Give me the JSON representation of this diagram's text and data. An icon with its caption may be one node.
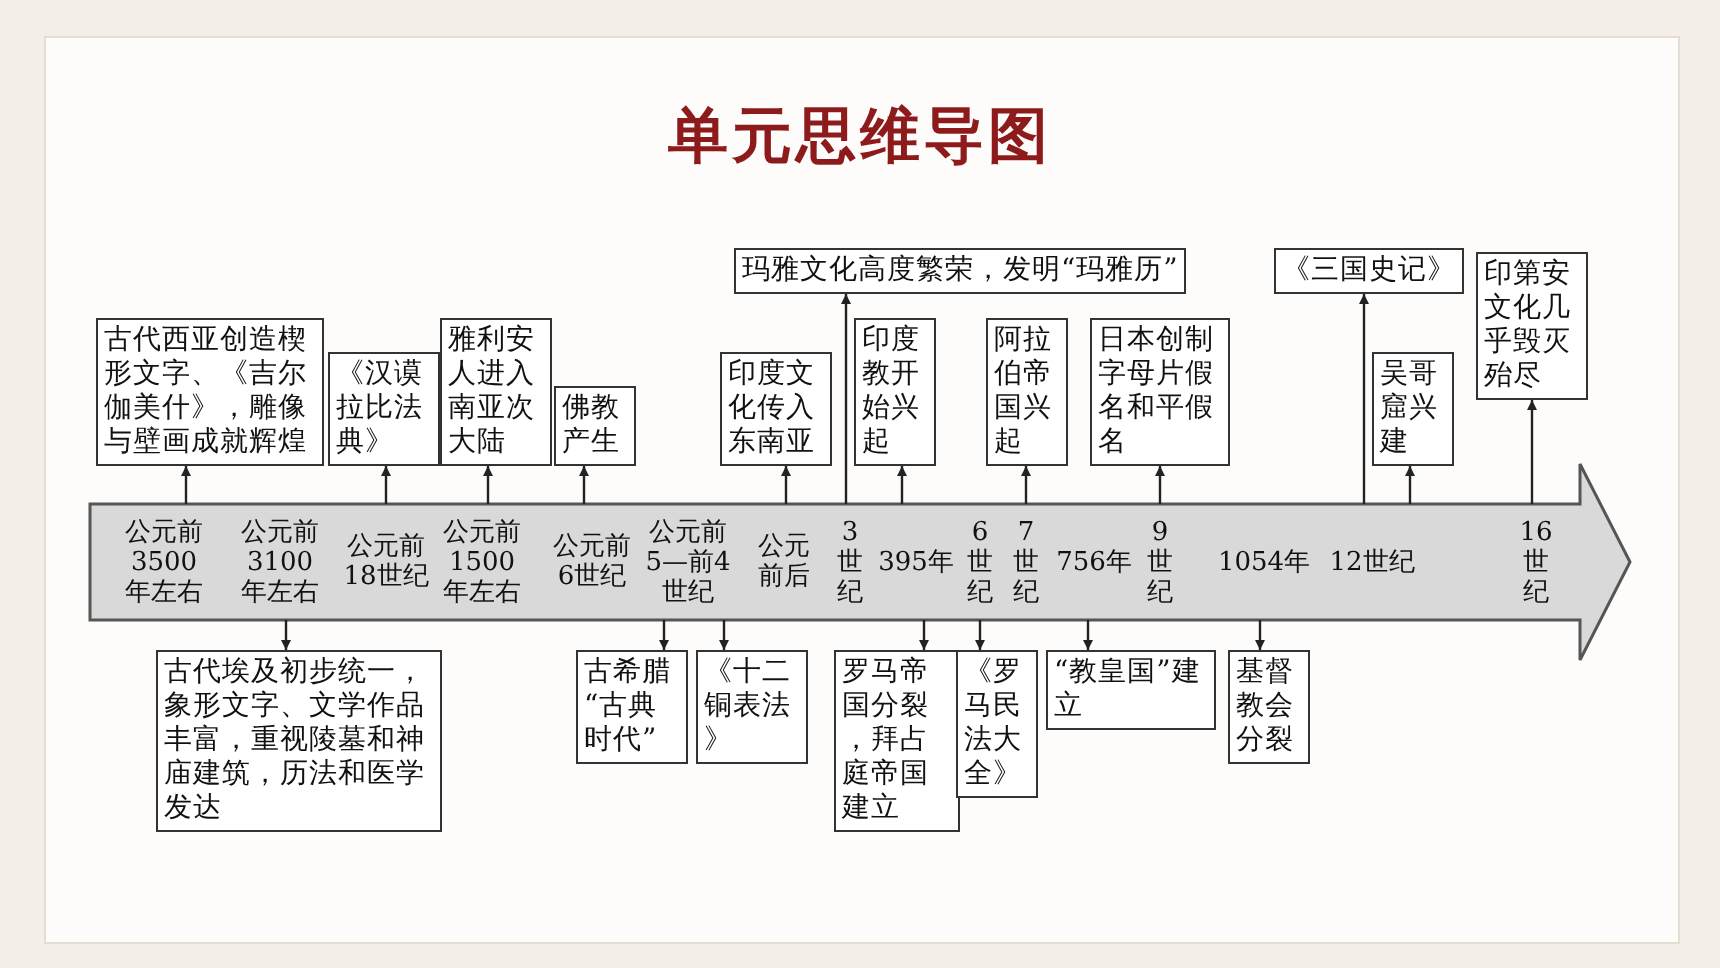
{
  "diagram": {
    "title": "单元思维导图",
    "nodes": [
      {
        "text": [],
        "shape": "arrow"
      },
      {
        "text": [
          "公元前3500年左右"
        ],
        "in": 0
      },
      {
        "text": [
          "公元前3100年左右"
        ],
        "in": 0
      },
      {
        "text": [
          "公元前18世纪"
        ],
        "in": 0
      },
      {
        "text": [
          "公元前1500年左右"
        ],
        "in": 0
      },
      {
        "text": [
          "公元前6世纪"
        ],
        "in": 0
      },
      {
        "text": [
          "公元前5—前4世纪"
        ],
        "in": 0
      },
      {
        "text": [
          "公元前后"
        ],
        "in": 0
      },
      {
        "text": [
          "3世纪"
        ],
        "in": 0
      },
      {
        "text": [
          "395年"
        ],
        "in": 0
      },
      {
        "text": [
          "6世纪"
        ],
        "in": 0
      },
      {
        "text": [
          "7世纪"
        ],
        "in": 0
      },
      {
        "text": [
          "756年"
        ],
        "in": 0
      },
      {
        "text": [
          "9世纪"
        ],
        "in": 0
      },
      {
        "text": [
          "1054年"
        ],
        "in": 0
      },
      {
        "text": [
          "12世纪"
        ],
        "in": 0
      },
      {
        "text": [
          "16世纪"
        ],
        "in": 0
      },
      {
        "text": [
          "古代西亚创造楔形文字、《吉尔伽美什》，雕像与壁画成就辉煌"
        ]
      },
      {
        "text": [
          "《汉谟拉比法典》"
        ]
      },
      {
        "text": [
          "雅利安人进入南亚次大陆"
        ]
      },
      {
        "text": [
          "佛教产生"
        ]
      },
      {
        "text": [
          "印度文化传入东南亚"
        ]
      },
      {
        "text": [
          "玛雅文化高度繁荣，发明“玛雅历”"
        ]
      },
      {
        "text": [
          "印度教开始兴起"
        ]
      },
      {
        "text": [
          "阿拉伯帝国兴起"
        ]
      },
      {
        "text": [
          "日本创制字母片假名和平假名"
        ]
      },
      {
        "text": [
          "《三国史记》"
        ]
      },
      {
        "text": [
          "吴哥窟兴建"
        ]
      },
      {
        "text": [
          "印第安文化几乎毁灭殆尽"
        ]
      },
      {
        "text": [
          "古代埃及初步统一，象形文字、文学作品丰富，重视陵墓和神庙建筑，历法和医学发达"
        ]
      },
      {
        "text": [
          "古希腊“古典时代”"
        ]
      },
      {
        "text": [
          "《十二铜表法》"
        ]
      },
      {
        "text": [
          "罗马帝国分裂，拜占庭帝国建立"
        ]
      },
      {
        "text": [
          "《罗马民法大全》"
        ]
      },
      {
        "text": [
          "“教皇国”建立"
        ]
      },
      {
        "text": [
          "基督教会分裂"
        ]
      }
    ],
    "edges": [
      {
        "from": 1,
        "to": 17,
        "arrow": "to"
      },
      {
        "from": 2,
        "to": 29,
        "arrow": "to"
      },
      {
        "from": 3,
        "to": 18,
        "arrow": "to"
      },
      {
        "from": 4,
        "to": 19,
        "arrow": "to"
      },
      {
        "from": 5,
        "to": 20,
        "arrow": "to"
      },
      {
        "from": 6,
        "to": 30,
        "arrow": "to"
      },
      {
        "from": 6,
        "to": 31,
        "arrow": "to"
      },
      {
        "from": 7,
        "to": 21,
        "arrow": "to"
      },
      {
        "from": 8,
        "to": 22,
        "arrow": "to"
      },
      {
        "from": 9,
        "to": 23,
        "arrow": "to"
      },
      {
        "from": 9,
        "to": 32,
        "arrow": "to"
      },
      {
        "from": 10,
        "to": 33,
        "arrow": "to"
      },
      {
        "from": 11,
        "to": 24,
        "arrow": "to"
      },
      {
        "from": 12,
        "to": 34,
        "arrow": "to"
      },
      {
        "from": 13,
        "to": 25,
        "arrow": "to"
      },
      {
        "from": 14,
        "to": 35,
        "arrow": "to"
      },
      {
        "from": 15,
        "to": 26,
        "arrow": "to"
      },
      {
        "from": 15,
        "to": 27,
        "arrow": "to"
      },
      {
        "from": 16,
        "to": 28,
        "arrow": "to"
      }
    ]
  }
}
